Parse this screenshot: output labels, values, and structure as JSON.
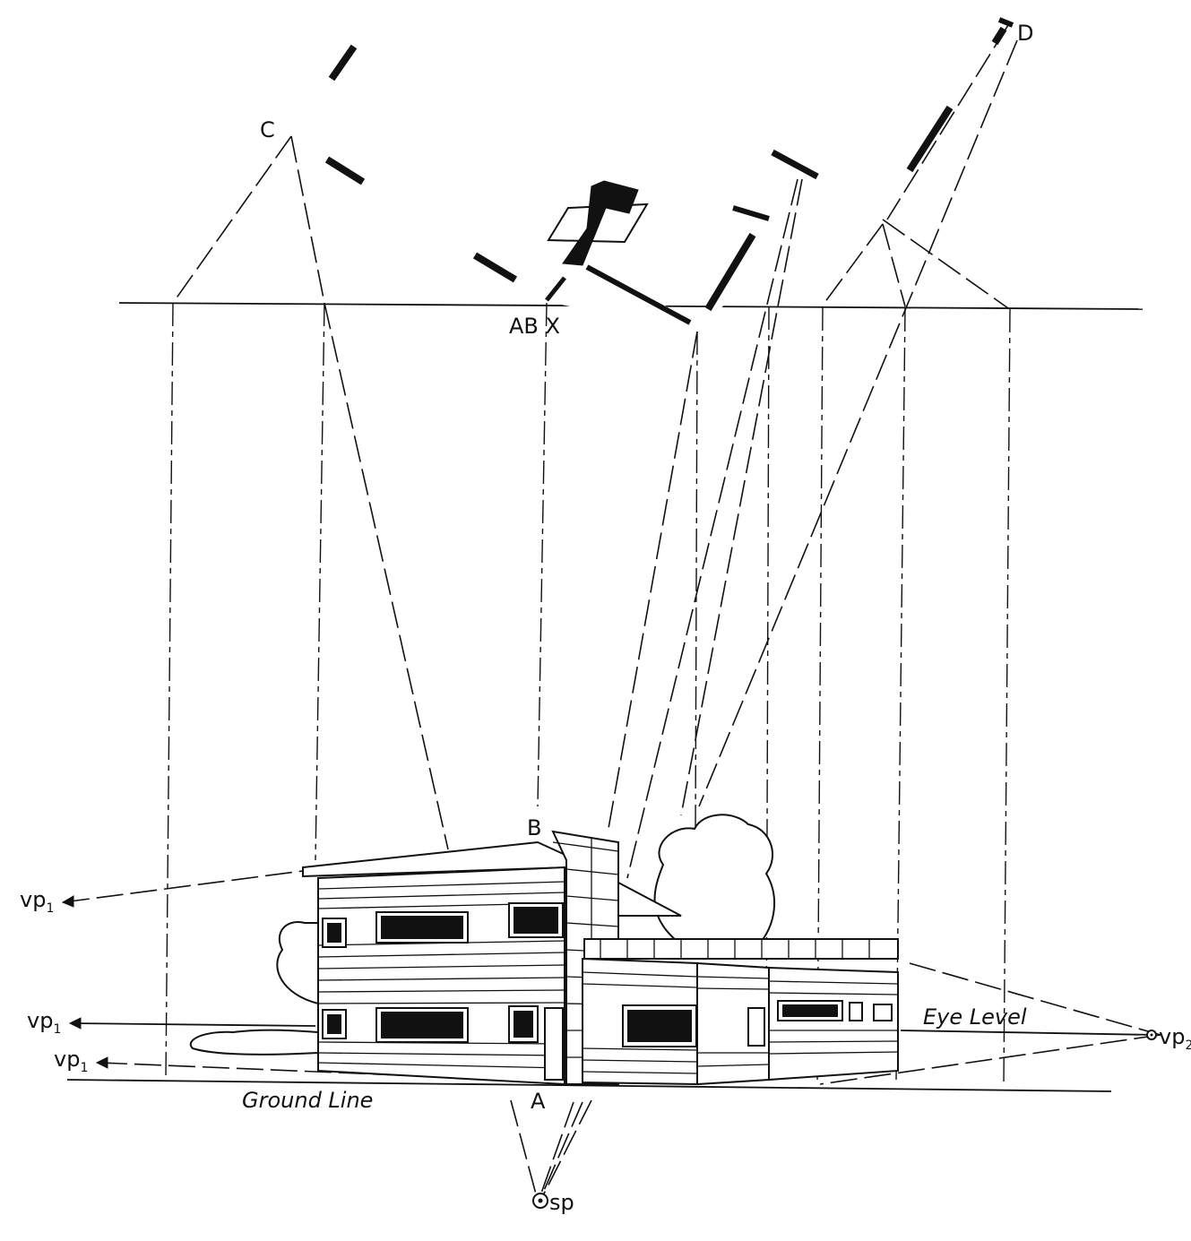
{
  "labels": {
    "c": "C",
    "d": "D",
    "abx": "AB X",
    "b": "B",
    "a": "A",
    "vp1": "vp",
    "vp1_sub": "1",
    "vp2": "vp",
    "vp2_sub": "2",
    "sp": "sp",
    "eye_level": "Eye Level",
    "ground_line": "Ground Line"
  }
}
